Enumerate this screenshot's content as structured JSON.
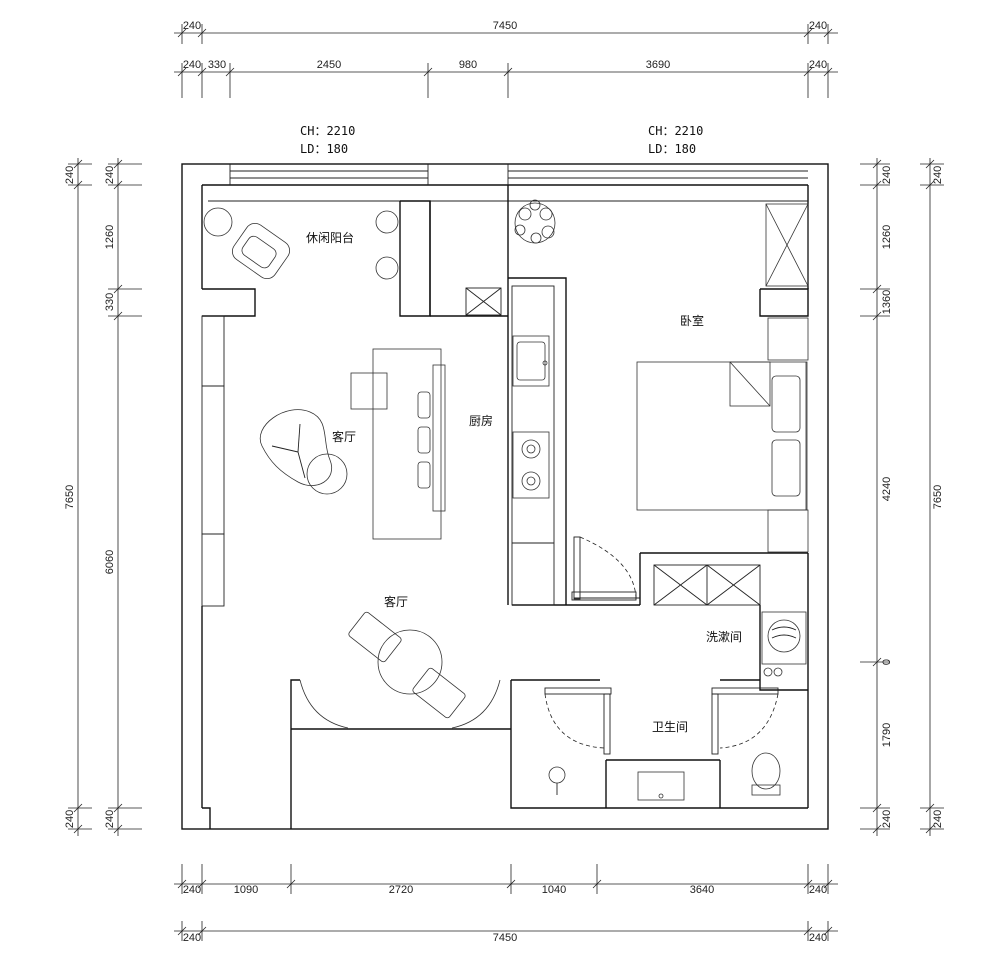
{
  "dimensions": {
    "top_total": [
      "240",
      "7450",
      "240"
    ],
    "top_segments": [
      "240",
      "330",
      "2450",
      "980",
      "3690",
      "240"
    ],
    "bottom_segments": [
      "240",
      "1090",
      "2720",
      "1040",
      "3640",
      "240"
    ],
    "bottom_total": [
      "240",
      "7450",
      "240"
    ],
    "left_inner": [
      "240",
      "1260",
      "330",
      "6060",
      "240"
    ],
    "left_total": "7650",
    "right_inner": [
      "240",
      "1260",
      "1360",
      "4240",
      "0",
      "1790",
      "240"
    ],
    "right_total": [
      "240",
      "7650",
      "240"
    ]
  },
  "ceiling_notes": {
    "left": {
      "ch": "CH：2210",
      "ld": "LD：180"
    },
    "right": {
      "ch": "CH：2210",
      "ld": "LD：180"
    }
  },
  "rooms": {
    "balcony": "休闲阳台",
    "bedroom": "卧室",
    "kitchen": "厨房",
    "living": "客厅",
    "dining": "客厅",
    "laundry": "洗漱间",
    "bathroom": "卫生间"
  },
  "colors": {
    "line": "#111111",
    "background": "#ffffff"
  }
}
